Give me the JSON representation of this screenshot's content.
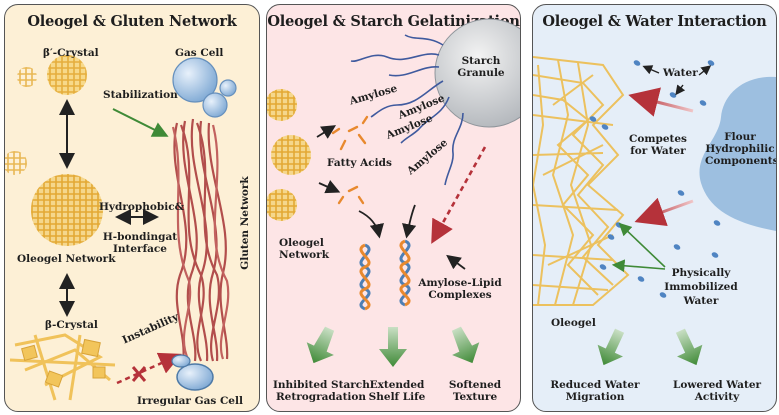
{
  "colors": {
    "panel1_bg": "#fdf0d6",
    "panel2_bg": "#fde5e6",
    "panel3_bg": "#e5eef8",
    "crystal": "#f3c765",
    "fiber": "#b24e4c",
    "gas_cell": "#9cc1e3",
    "water_region": "#9dbfe0",
    "arrow_green": "#3f8a37",
    "arrow_red": "#b5323a"
  },
  "panel1": {
    "title": "Oleogel & Gluten Network",
    "beta_prime": "β′-Crystal",
    "gas_cell": "Gas Cell",
    "stabilization": "Stabilization",
    "hydrophobic_line1": "Hydrophobic&",
    "hydrophobic_line2": "H-bondingat",
    "hydrophobic_line3": "Interface",
    "oleogel_network": "Oleogel Network",
    "gluten_network": "Gluten Network",
    "beta_crystal": "β-Crystal",
    "instability": "Instability",
    "irregular_gas_cell": "Irregular Gas Cell"
  },
  "panel2": {
    "title": "Oleogel & Starch Gelatinization",
    "starch_line1": "Starch",
    "starch_line2": "Granule",
    "amylose_1": "Amylose",
    "amylose_2": "Amylose",
    "amylose_3": "Amylose",
    "amylose_4": "Amylose",
    "fatty_acids": "Fatty Acids",
    "oleogel_line1": "Oleogel",
    "oleogel_line2": "Network",
    "complex_line1": "Amylose-Lipid",
    "complex_line2": "Complexes",
    "out1_line1": "Inhibited Starch",
    "out1_line2": "Retrogradation",
    "out2_line1": "Extended",
    "out2_line2": "Shelf Life",
    "out3_line1": "Softened",
    "out3_line2": "Texture"
  },
  "panel3": {
    "title": "Oleogel & Water Interaction",
    "water": "Water",
    "competes_line1": "Competes",
    "competes_line2": "for Water",
    "flour_line1": "Flour",
    "flour_line2": "Hydrophilic",
    "flour_line3": "Components",
    "phys_line1": "Physically",
    "phys_line2": "Immobilized",
    "phys_line3": "Water",
    "oleogel": "Oleogel",
    "out1_line1": "Reduced Water",
    "out1_line2": "Migration",
    "out2_line1": "Lowered Water",
    "out2_line2": "Activity"
  }
}
